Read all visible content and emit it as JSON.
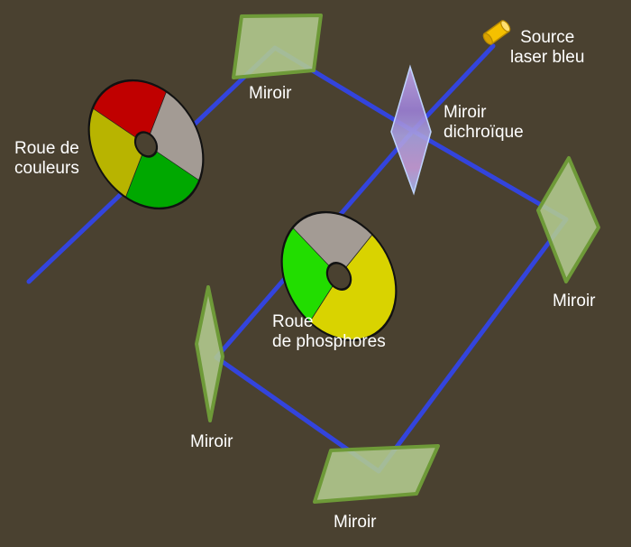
{
  "colors": {
    "background": "#4a4130",
    "beam": "#3344dd",
    "mirror_fill": "#b4cc90",
    "mirror_edge": "#6e9a38",
    "dichroic_fill": "#b49ad8",
    "laser_body": "#f5c000"
  },
  "labels": {
    "source": [
      "Source",
      "laser bleu"
    ],
    "mirror_top": "Miroir",
    "dichroic": [
      "Miroir",
      "dichroïque"
    ],
    "color_wheel": [
      "Roue de",
      "couleurs"
    ],
    "phosphor_wheel": [
      "Roue",
      "de phosphores"
    ],
    "mirror_right": "Miroir",
    "mirror_left": "Miroir",
    "mirror_bottom": "Miroir"
  },
  "color_wheel_segments": [
    {
      "color": "#c00000"
    },
    {
      "color": "#a39b94"
    },
    {
      "color": "#00a800"
    },
    {
      "color": "#b8b400"
    }
  ],
  "phosphor_wheel_segments": [
    {
      "color": "#a39b94"
    },
    {
      "color": "#d9d300"
    },
    {
      "color": "#22dd00"
    }
  ]
}
